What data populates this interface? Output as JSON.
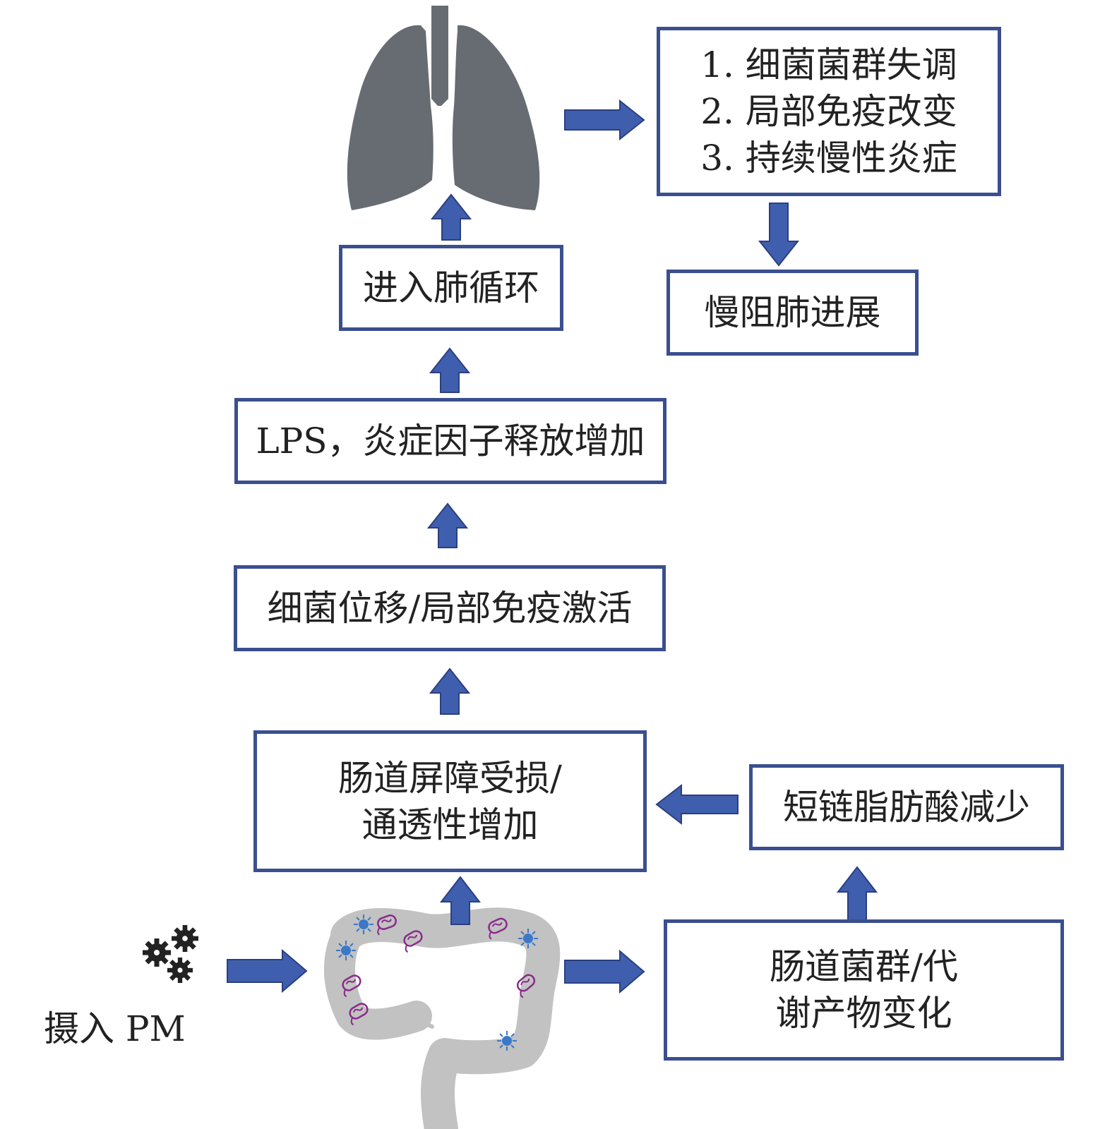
{
  "colors": {
    "arrow": "#3f5fae",
    "arrow_stroke": "#2b3f7f",
    "box_border": "#3a4f8f",
    "lung": "#676b72",
    "intestine": "#c2c2c2",
    "particle": "#222222",
    "bacteria_purple": "#8a2a8a",
    "bacteria_blue": "#3b78c8"
  },
  "icons": [
    "lung-icon",
    "intestine-icon",
    "particle-icon"
  ],
  "ingest": {
    "label": "摄入 PM"
  },
  "nodes": {
    "microbiota_change": {
      "lines": [
        "肠道菌群/代",
        "谢产物变化"
      ]
    },
    "scfa": {
      "lines": [
        "短链脂肪酸减少"
      ]
    },
    "barrier": {
      "lines": [
        "肠道屏障受损/",
        "通透性增加"
      ]
    },
    "translocation": {
      "lines": [
        "细菌位移/局部免疫激活"
      ]
    },
    "lps": {
      "lines": [
        "LPS，炎症因子释放增加"
      ]
    },
    "circulation": {
      "lines": [
        "进入肺循环"
      ]
    },
    "effects": {
      "lines": [
        "1. 细菌菌群失调",
        "2. 局部免疫改变",
        "3. 持续慢性炎症"
      ]
    },
    "copd": {
      "lines": [
        "慢阻肺进展"
      ]
    }
  }
}
